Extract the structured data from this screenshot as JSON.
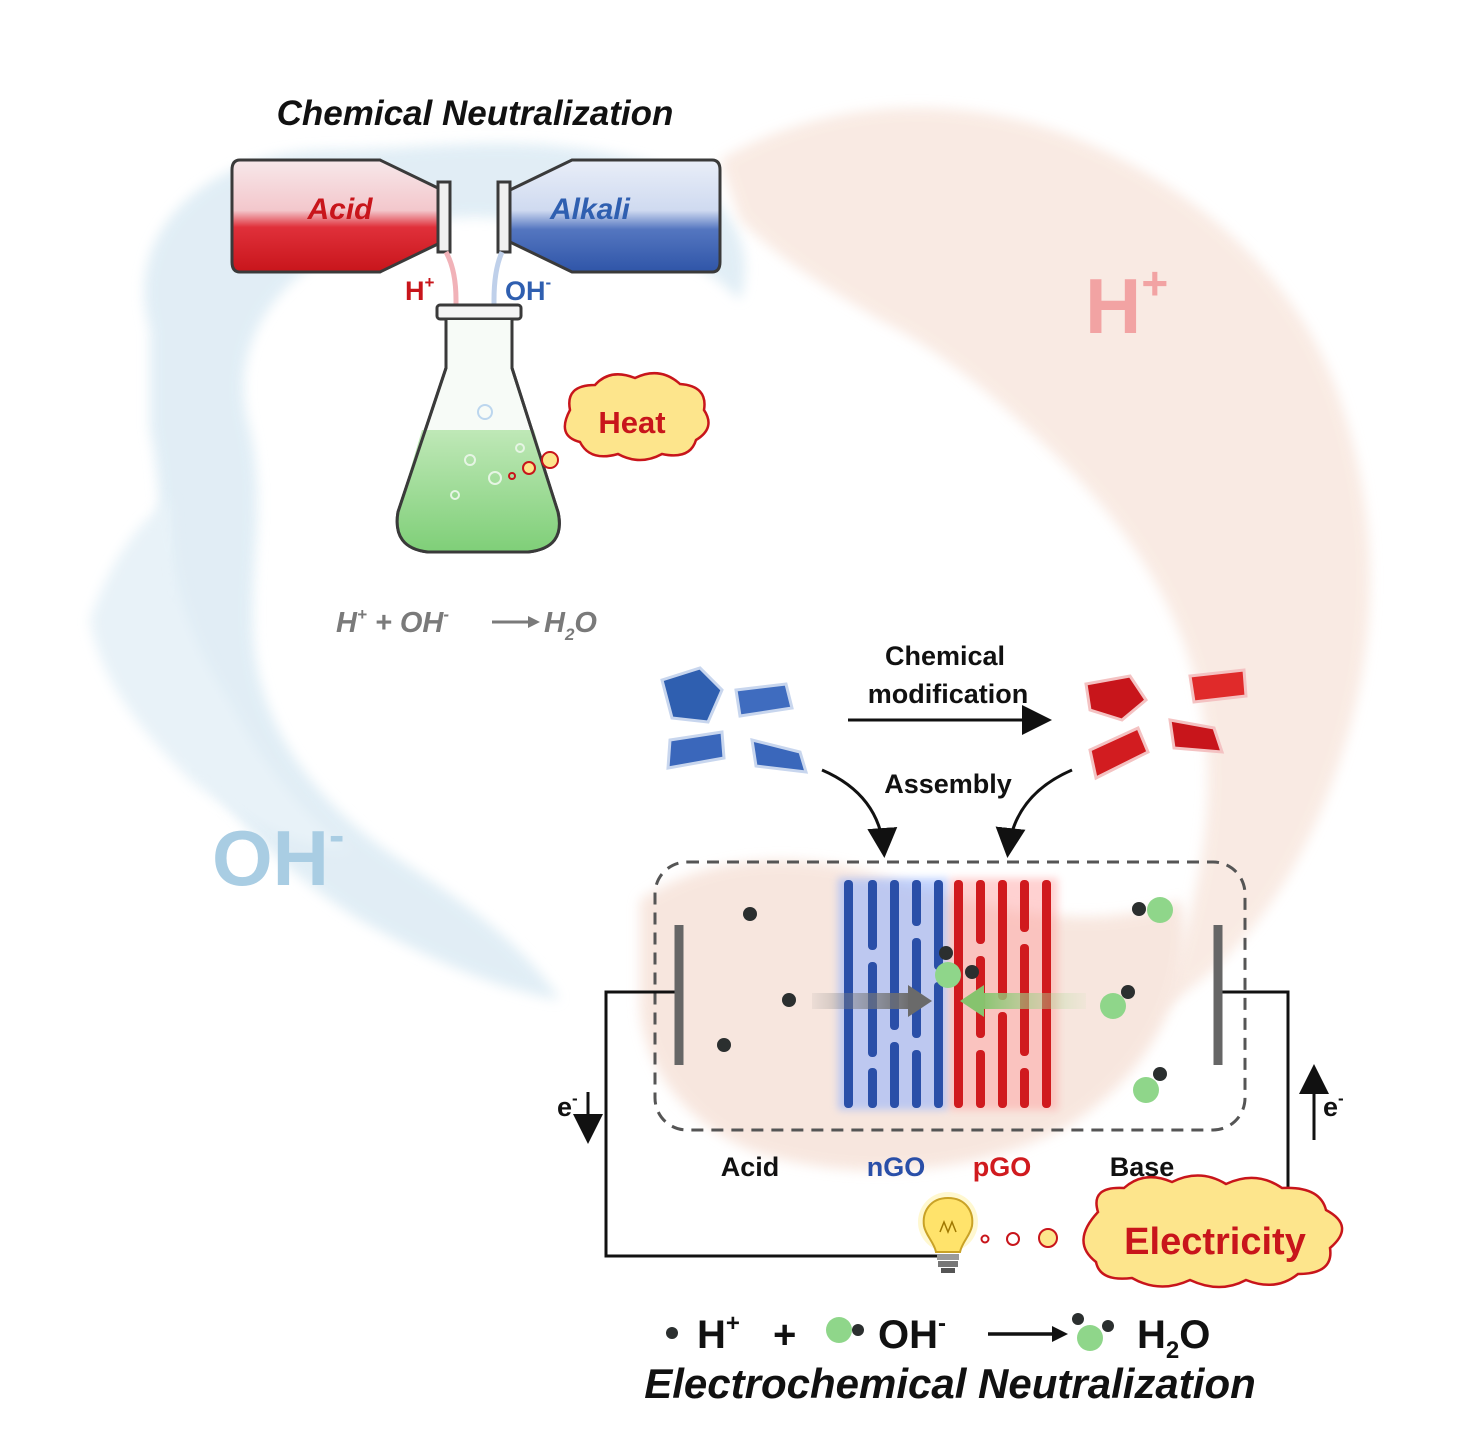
{
  "chemical": {
    "title": "Chemical Neutralization",
    "acid_label": "Acid",
    "alkali_label": "Alkali",
    "h_ion": "H",
    "h_ion_sup": "+",
    "oh_ion": "OH",
    "oh_ion_sup": "-",
    "heat_label": "Heat",
    "equation": {
      "h": "H",
      "h_sup": "+",
      "plus": "+",
      "oh": "OH",
      "oh_sup": "-",
      "h2o": "H",
      "h2o_sub": "2",
      "h2o_end": "O"
    }
  },
  "background": {
    "h_ion": "H",
    "h_ion_sup": "+",
    "oh_ion": "OH",
    "oh_ion_sup": "-"
  },
  "electrochemical": {
    "modification_line1": "Chemical",
    "modification_line2": "modification",
    "assembly_label": "Assembly",
    "acid_label": "Acid",
    "ngo_label": "nGO",
    "pgo_label": "pGO",
    "base_label": "Base",
    "electron_left": "e",
    "electron_left_sup": "-",
    "electron_right": "e",
    "electron_right_sup": "-",
    "electricity_label": "Electricity",
    "equation": {
      "h": "H",
      "h_sup": "+",
      "plus": "+",
      "oh": "OH",
      "oh_sup": "-",
      "h2o": "H",
      "h2o_sub": "2",
      "h2o_end": "O"
    },
    "title": "Electrochemical Neutralization"
  },
  "colors": {
    "acid_red": "#c8151b",
    "alkali_blue": "#2f5fb0",
    "ngo_blue": "#2a4fa8",
    "pgo_red": "#d01a1e",
    "green_liquid": "#8fd68a",
    "cloud_yellow": "#fde58c",
    "water_blue": "#cfe3ef",
    "splash_peach": "#f4d9cd"
  }
}
